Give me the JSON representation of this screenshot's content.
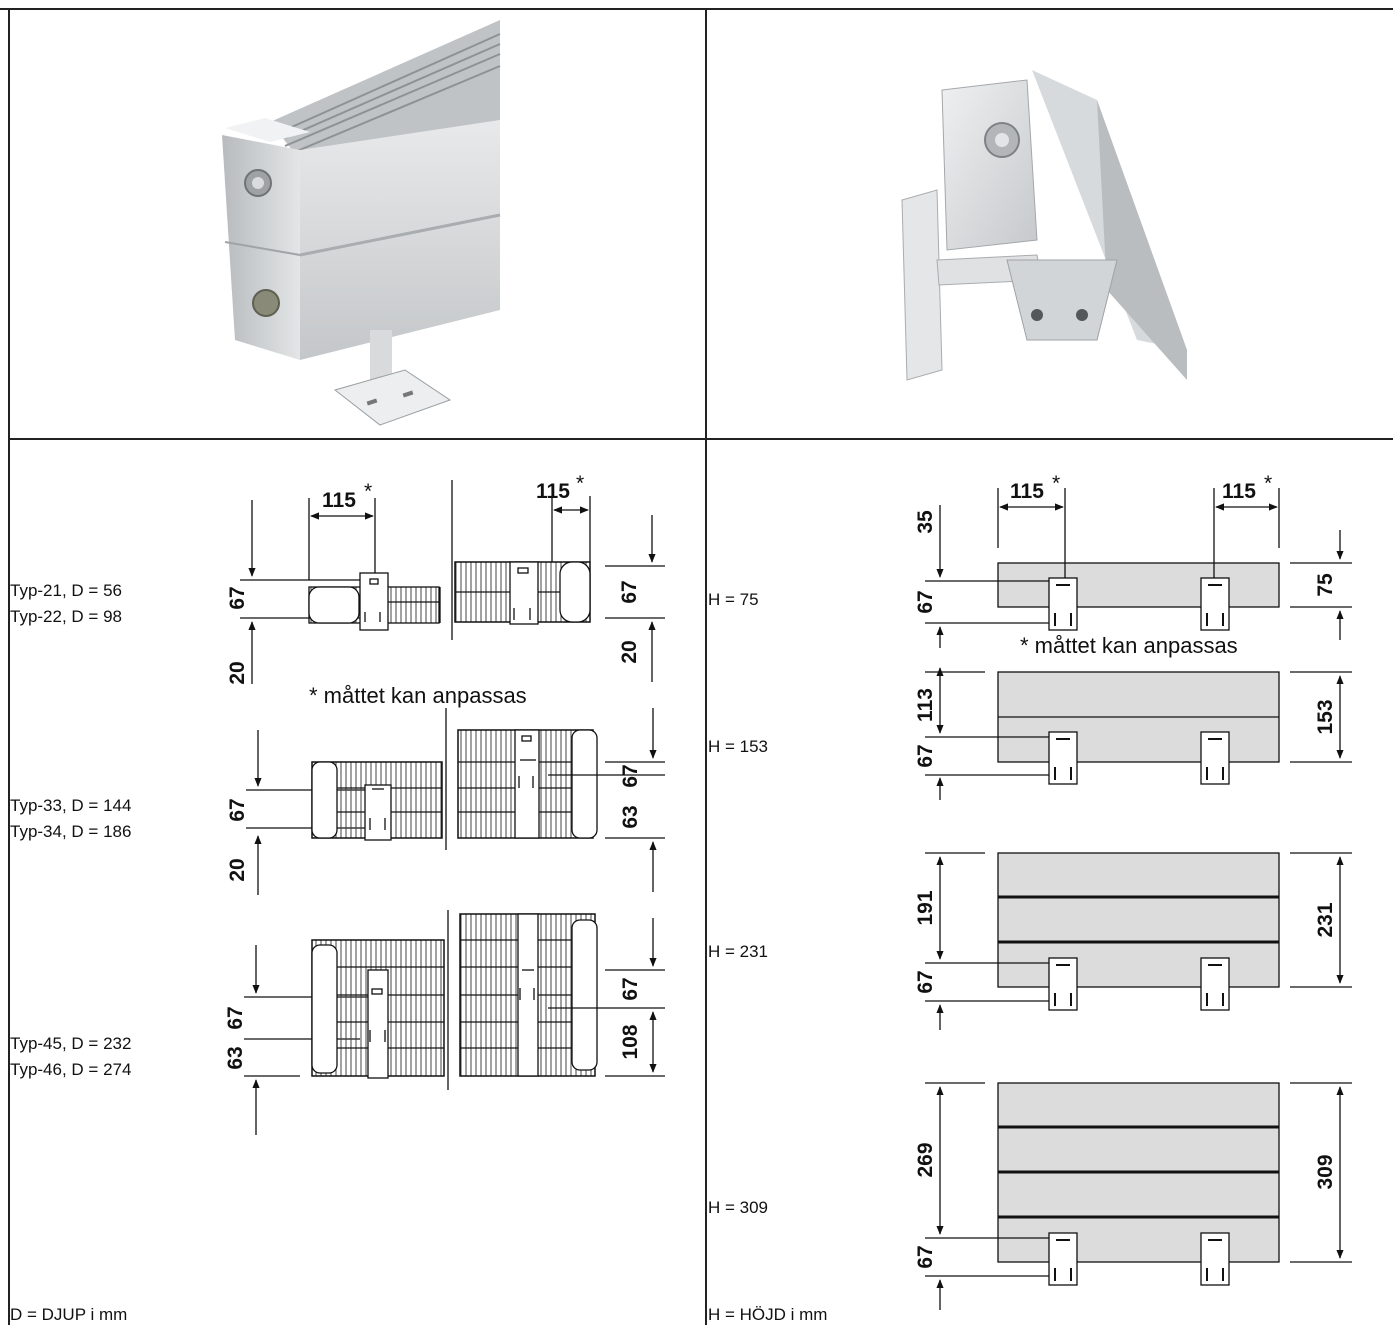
{
  "left_column": {
    "type_labels": [
      [
        "Typ-21, D = 56",
        "Typ-22, D = 98"
      ],
      [
        "Typ-33, D = 144",
        "Typ-34, D = 186"
      ],
      [
        "Typ-45, D = 232",
        "Typ-46, D = 274"
      ]
    ],
    "footer": "D = DJUP i mm",
    "note": "* måttet kan anpassas",
    "dimensions": {
      "width_top_left": "115",
      "width_top_right": "115",
      "star": "*",
      "v67": "67",
      "v20": "20",
      "v63": "63",
      "v108": "108"
    }
  },
  "right_column": {
    "height_labels": [
      "H = 75",
      "H = 153",
      "H = 231",
      "H = 309"
    ],
    "footer": "H = HÖJD i mm",
    "note": "* måttet kan anpassas",
    "dimensions": {
      "width_left": "115",
      "width_right": "115",
      "star": "*",
      "d35": "35",
      "d67": "67",
      "d75": "75",
      "d113": "113",
      "d153": "153",
      "d191": "191",
      "d231": "231",
      "d269": "269",
      "d309": "309"
    }
  },
  "colors": {
    "panel_fill": "#dcdcdc",
    "line": "#111111",
    "photo_metal": "#c9ccce"
  }
}
